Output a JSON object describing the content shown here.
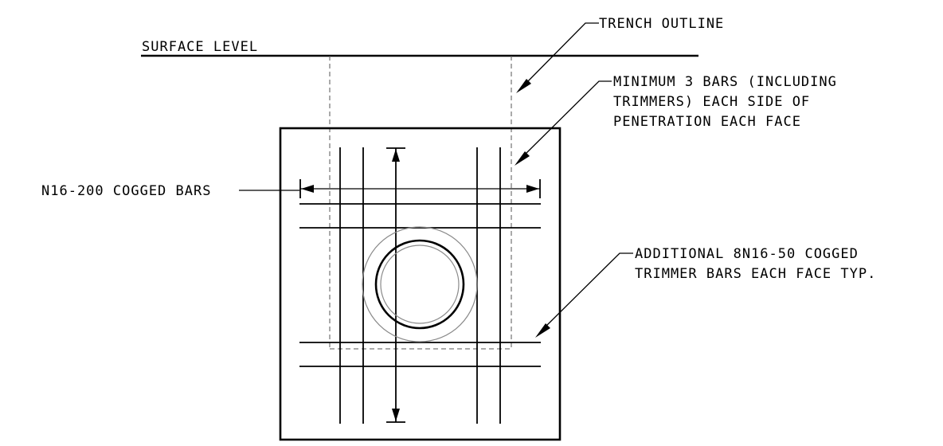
{
  "labels": {
    "surface": "SURFACE LEVEL",
    "trench": "TRENCH OUTLINE",
    "minimum_line1": "MINIMUM 3 BARS (INCLUDING",
    "minimum_line2": "TRIMMERS) EACH SIDE OF",
    "minimum_line3": "PENETRATION EACH FACE",
    "cogged": "N16-200 COGGED BARS",
    "additional_line1": "ADDITIONAL 8N16-50 COGGED",
    "additional_line2": "TRIMMER BARS EACH FACE TYP."
  }
}
